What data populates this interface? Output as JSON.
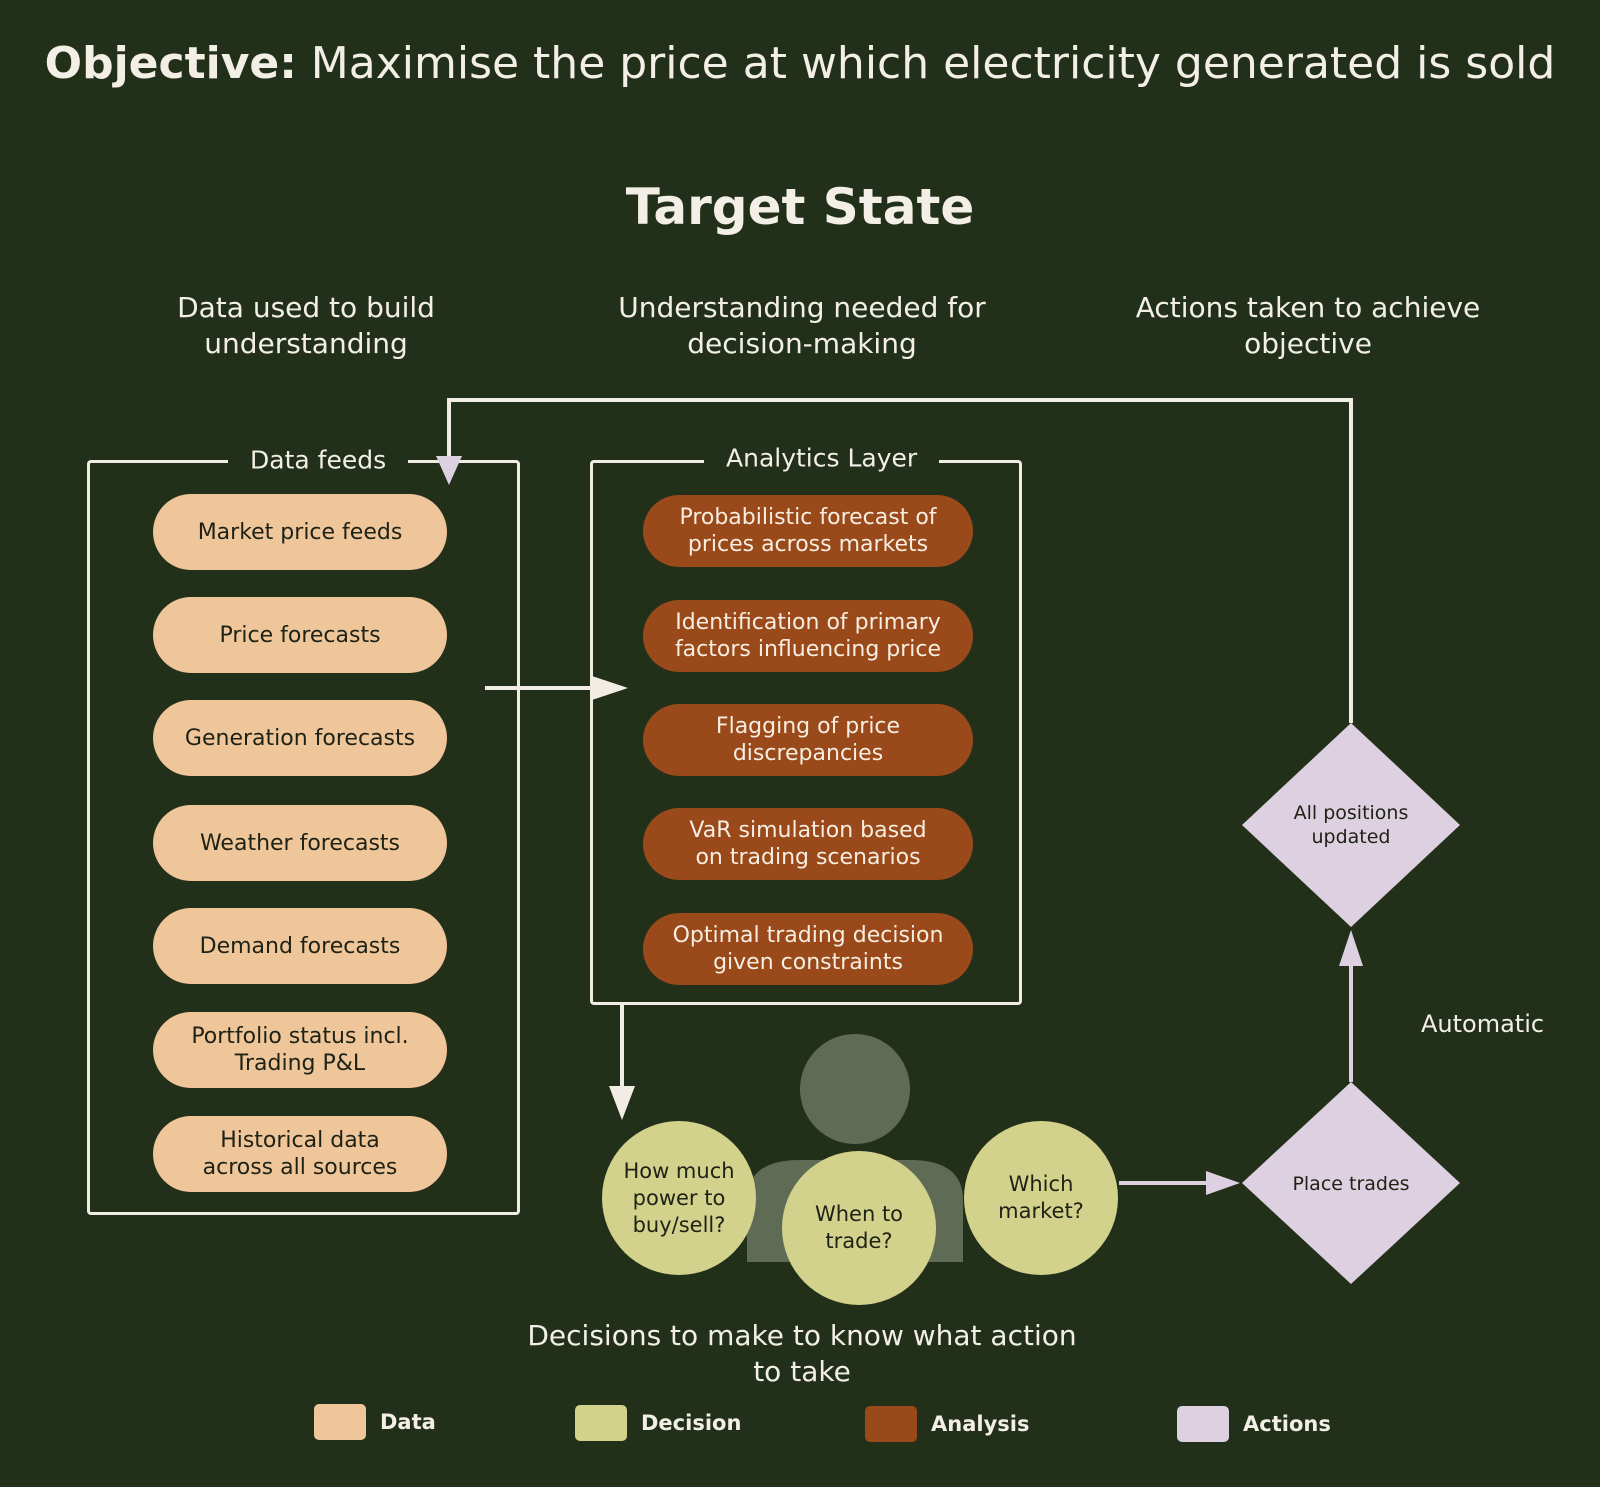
{
  "header": {
    "objective_lead": "Objective:",
    "objective_text": " Maximise the price at which electricity generated is sold",
    "target_state": "Target State"
  },
  "columns": {
    "data_line1": "Data used to build",
    "data_line2": "understanding",
    "understanding_line1": "Understanding needed for",
    "understanding_line2": "decision-making",
    "actions_line1": "Actions taken to achieve",
    "actions_line2": "objective"
  },
  "data_feeds": {
    "title": "Data feeds",
    "items": [
      [
        "Market price feeds"
      ],
      [
        "Price forecasts"
      ],
      [
        "Generation forecasts"
      ],
      [
        "Weather forecasts"
      ],
      [
        "Demand forecasts"
      ],
      [
        "Portfolio status incl.",
        "Trading P&L"
      ],
      [
        "Historical data",
        "across all sources"
      ]
    ]
  },
  "analytics": {
    "title": "Analytics Layer",
    "items": [
      [
        "Probabilistic forecast of",
        "prices across markets"
      ],
      [
        "Identification of primary",
        "factors influencing price"
      ],
      [
        "Flagging of price",
        "discrepancies"
      ],
      [
        "VaR simulation based",
        "on trading scenarios"
      ],
      [
        "Optimal trading decision",
        "given constraints"
      ]
    ]
  },
  "decisions": {
    "questions": [
      [
        "How much",
        "power to",
        "buy/sell?"
      ],
      [
        "When to",
        "trade?"
      ],
      [
        "Which",
        "market?"
      ]
    ],
    "caption_line1": "Decisions to make to know what action",
    "caption_line2": "to take"
  },
  "actions": {
    "place_trades": "Place trades",
    "all_positions_line1": "All positions",
    "all_positions_line2": "updated",
    "automatic": "Automatic"
  },
  "legend": [
    {
      "label": "Data",
      "color": "#efc59a"
    },
    {
      "label": "Decision",
      "color": "#d3d28c"
    },
    {
      "label": "Analysis",
      "color": "#9a4a1a"
    },
    {
      "label": "Actions",
      "color": "#ddd0e0"
    }
  ],
  "colors": {
    "background": "#22301a",
    "line": "#f1ede4",
    "action_line": "#ddd0e0",
    "person": "#5f6b55"
  }
}
